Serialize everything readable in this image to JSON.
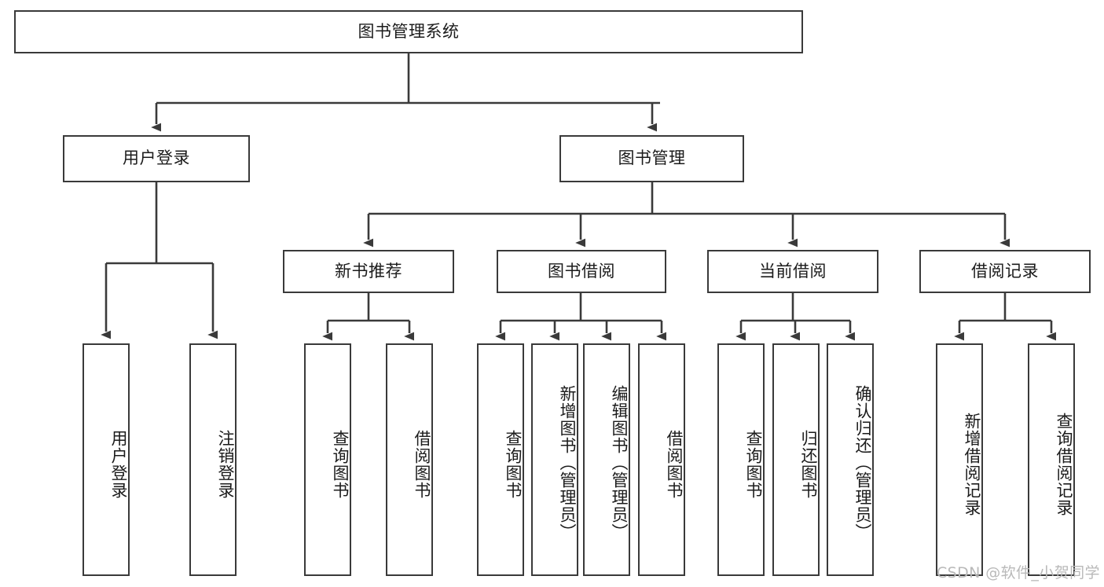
{
  "diagram": {
    "type": "hierarchy-tree",
    "title": "图书管理系统",
    "root": {
      "label": "图书管理系统"
    },
    "level2": [
      {
        "id": "user-login",
        "label": "用户登录"
      },
      {
        "id": "book-manage",
        "label": "图书管理"
      }
    ],
    "level3": [
      {
        "id": "new-book-recommend",
        "label": "新书推荐",
        "parent": "book-manage"
      },
      {
        "id": "book-borrow",
        "label": "图书借阅",
        "parent": "book-manage"
      },
      {
        "id": "current-borrow",
        "label": "当前借阅",
        "parent": "book-manage"
      },
      {
        "id": "borrow-record",
        "label": "借阅记录",
        "parent": "book-manage"
      }
    ],
    "leaves": [
      {
        "id": "leaf-user-login",
        "label": "用户登录",
        "parent": "user-login"
      },
      {
        "id": "leaf-logout-login",
        "label": "注销登录",
        "parent": "user-login"
      },
      {
        "id": "leaf-query-book-1",
        "label": "查询图书",
        "parent": "new-book-recommend"
      },
      {
        "id": "leaf-borrow-book-1",
        "label": "借阅图书",
        "parent": "new-book-recommend"
      },
      {
        "id": "leaf-query-book-2",
        "label": "查询图书",
        "parent": "book-borrow"
      },
      {
        "id": "leaf-add-book",
        "label": "新增图书（管理员）",
        "parent": "book-borrow"
      },
      {
        "id": "leaf-edit-book",
        "label": "编辑图书（管理员）",
        "parent": "book-borrow"
      },
      {
        "id": "leaf-borrow-book-2",
        "label": "借阅图书",
        "parent": "book-borrow"
      },
      {
        "id": "leaf-query-book-3",
        "label": "查询图书",
        "parent": "current-borrow"
      },
      {
        "id": "leaf-return-book",
        "label": "归还图书",
        "parent": "current-borrow"
      },
      {
        "id": "leaf-confirm-return",
        "label": "确认归还（管理员）",
        "parent": "current-borrow"
      },
      {
        "id": "leaf-add-record",
        "label": "新增借阅记录",
        "parent": "borrow-record"
      },
      {
        "id": "leaf-query-record",
        "label": "查询借阅记录",
        "parent": "borrow-record"
      }
    ],
    "watermark": "CSDN @软件_小贺同学",
    "colors": {
      "box_border": "#3a3a3a",
      "box_fill": "#ffffff",
      "connector": "#3a3a3a",
      "text": "#1b1b1b",
      "watermark": "#b9b9b9",
      "background": "#ffffff"
    }
  }
}
